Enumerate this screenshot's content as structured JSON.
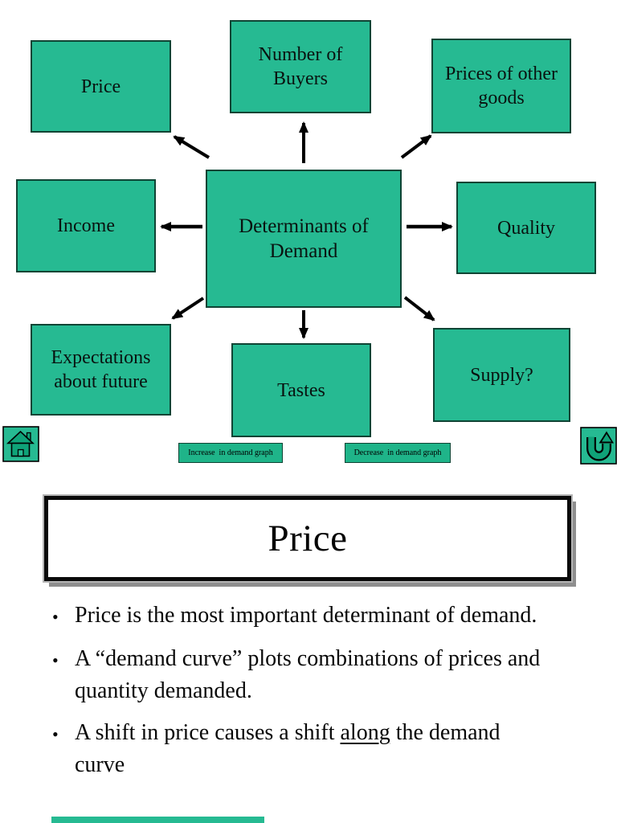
{
  "colors": {
    "box_green": "#26ba92",
    "button_green": "#1fb489",
    "box_border": "#0f4434",
    "icon_glyph_green": "#0fa278",
    "arrow_black": "#000000",
    "title_border": "#0a0a0a",
    "title_shadow": "#8e8e8e"
  },
  "icons": {
    "home": "home-icon",
    "return": "u-turn-return-icon"
  },
  "slide1": {
    "boxes": {
      "price": "Price",
      "buyers": "Number of\nBuyers",
      "other_goods": "Prices of other\ngoods",
      "income": "Income",
      "center": "Determinants of\nDemand",
      "quality": "Quality",
      "expectations": "Expectations\nabout future",
      "tastes": "Tastes",
      "supply": "Supply?"
    },
    "nav": {
      "increase_label": "Increase  in demand graph",
      "decrease_label": "Decrease  in demand graph"
    }
  },
  "slide2": {
    "title": "Price",
    "bullet_char": "•",
    "bullets": [
      {
        "text": "Price is the most important determinant of demand."
      },
      {
        "text": "A “demand curve” plots combinations of prices and quantity demanded."
      },
      {
        "pre": "A shift in price causes a shift ",
        "underline": "along",
        "post": " the demand curve"
      }
    ]
  }
}
